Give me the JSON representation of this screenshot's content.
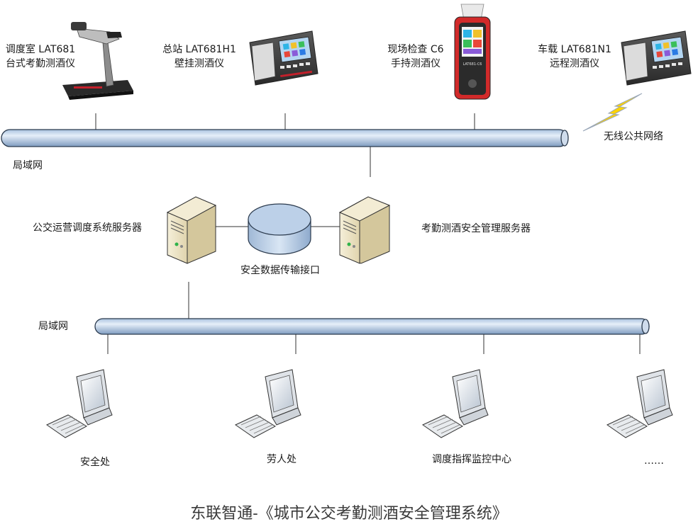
{
  "devices": [
    {
      "line1": "调度室 LAT681",
      "line2": "台式考勤测酒仪"
    },
    {
      "line1": "总站 LAT681H1",
      "line2": "壁挂测酒仪"
    },
    {
      "line1": "现场检查 C6",
      "line2": "手持测酒仪"
    },
    {
      "line1": "车载 LAT681N1",
      "line2": "远程测酒仪"
    }
  ],
  "wireless_label": "无线公共网络",
  "lan_top_label": "局域网",
  "lan_bottom_label": "局域网",
  "server_left_label": "公交运营调度系统服务器",
  "server_right_label": "考勤测酒安全管理服务器",
  "interface_label": "安全数据传输接口",
  "clients": [
    "安全处",
    "劳人处",
    "调度指挥监控中心",
    "……"
  ],
  "handheld_screen_text": "LAT681-C6",
  "footer_title": "东联智通-《城市公交考勤测酒安全管理系统》",
  "colors": {
    "pipe_light": "#d7e6f5",
    "pipe_dark": "#7f9fc4",
    "line": "#333333",
    "server": "#ece3c6"
  }
}
